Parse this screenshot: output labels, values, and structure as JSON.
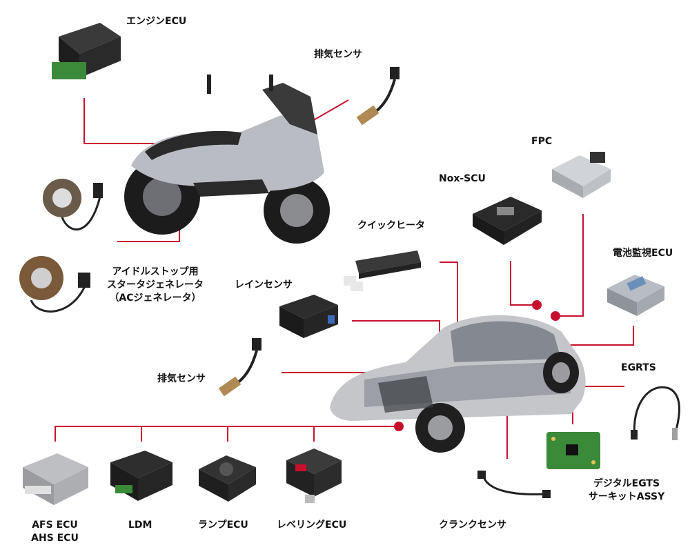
{
  "colors": {
    "connector": "#c8102e",
    "part_dark": "#2a2a2a",
    "part_silver": "#b9bcc2",
    "pcb_green": "#3a8a3a"
  },
  "labels": {
    "engine_ecu": "エンジンECU",
    "exhaust_sensor_moto": "排気センサ",
    "idle_stop_generator": [
      "アイドルストップ用",
      "スタータジェネレータ",
      "（ACジェネレータ）"
    ],
    "fpc": "FPC",
    "nox_scu": "Nox-SCU",
    "quick_heater": "クイックヒータ",
    "battery_monitor_ecu": "電池監視ECU",
    "rain_sensor": "レインセンサ",
    "exhaust_sensor_car": "排気センサ",
    "egrts": "EGRTS",
    "afs_ecu": [
      "AFS ECU",
      "AHS ECU"
    ],
    "ldm": "LDM",
    "lamp_ecu": "ランプECU",
    "leveling_ecu": "レベリングECU",
    "crank_sensor": "クランクセンサ",
    "digital_egts": [
      "デジタルEGTS",
      "サーキットASSY"
    ]
  },
  "icons": [
    "scooter-illustration",
    "car-cutaway-illustration",
    "ecu-box-icon",
    "oxygen-sensor-icon",
    "stator-coil-icon",
    "pcb-board-icon",
    "cable-sensor-icon"
  ]
}
